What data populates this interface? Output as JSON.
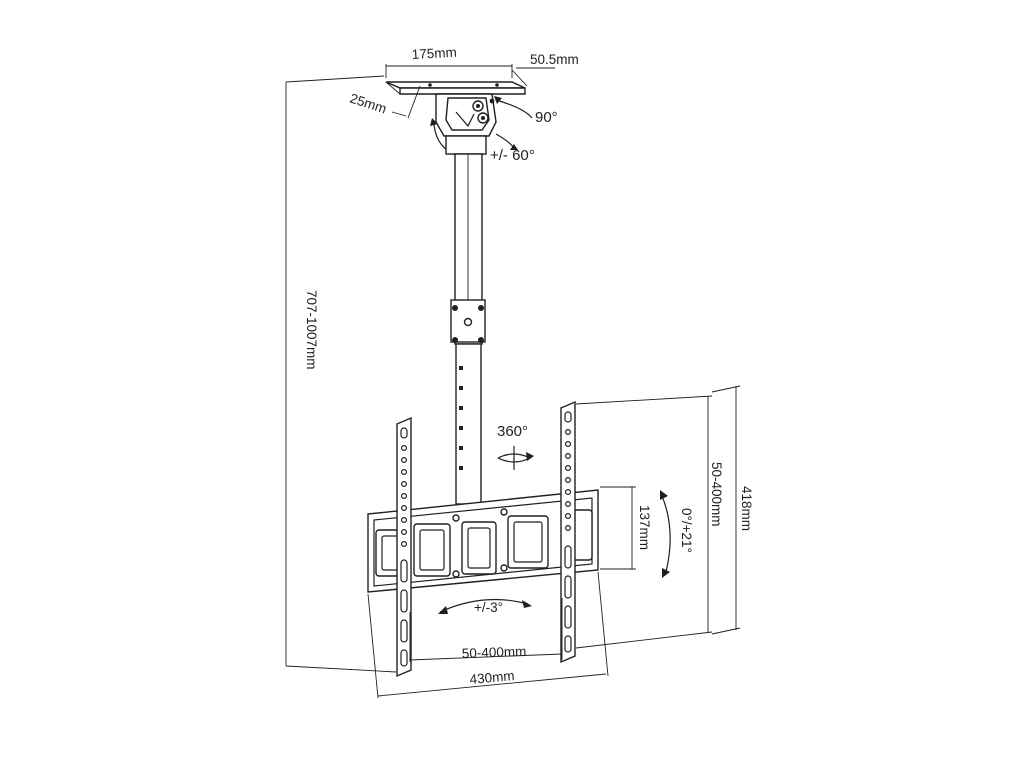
{
  "dimensions": {
    "plate_width": "175mm",
    "plate_depth": "50.5mm",
    "bracket_offset": "25mm",
    "height_range": "707-1007mm",
    "arm_span": "430mm",
    "hole_horizontal": "50-400mm",
    "hole_vertical": "50-400mm",
    "rail_height": "137mm",
    "total_height": "418mm"
  },
  "angles": {
    "tilt_top": "90°",
    "swivel_top": "+/- 60°",
    "rotate": "360°",
    "tilt_plate": "0°/+21°",
    "level": "+/-3°"
  },
  "colors": {
    "line": "#231f20",
    "background": "#ffffff"
  }
}
